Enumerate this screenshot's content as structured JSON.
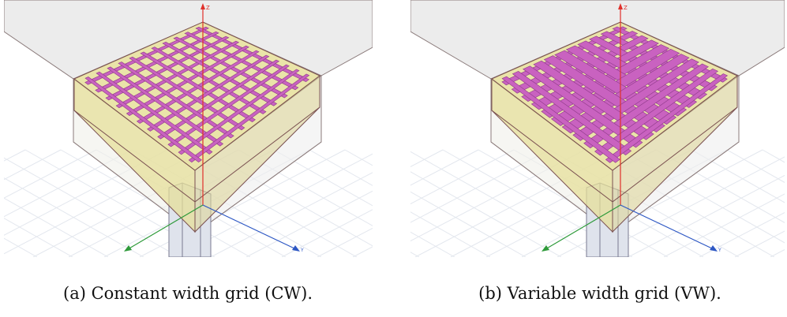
{
  "figures": [
    {
      "id": "a",
      "caption": "(a) Constant width grid (CW).",
      "grid": "constant"
    },
    {
      "id": "b",
      "caption": "(b) Variable width grid (VW).",
      "grid": "variable"
    }
  ],
  "axes": {
    "z": "Z",
    "y": "Y"
  },
  "colors": {
    "grid_metal": "#c962c0",
    "substrate": "#e6df9a",
    "outline": "#7a5050",
    "background_grid": "#e3e7ee",
    "x_axis": "#2e9a3a",
    "y_axis": "#2d57c4",
    "z_axis": "#e0302a"
  }
}
